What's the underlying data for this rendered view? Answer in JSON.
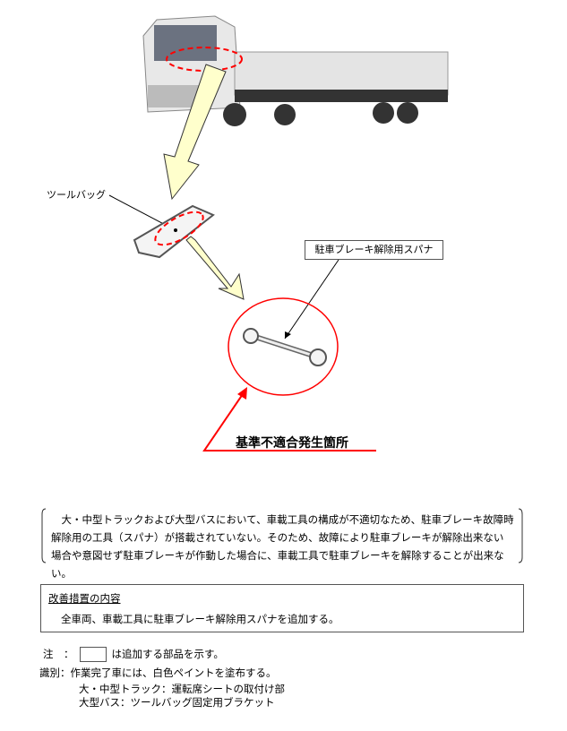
{
  "labels": {
    "tool_bag": "ツールバッグ",
    "spanner": "駐車ブレーキ解除用スパナ",
    "defect_location": "基準不適合発生箇所"
  },
  "description": [
    "　大・中型トラックおよび大型バスにおいて、車載工具の構成が不適切なため、駐車ブレーキ故障時",
    "解除用の工具（スパナ）が搭載されていない。そのため、故障により駐車ブレーキが解除出来ない",
    "場合や意図せず駐車ブレーキが作動した場合に、車載工具で駐車ブレーキを解除することが出来ない。"
  ],
  "measure": {
    "title": "改善措置の内容",
    "content": "全車両、車載工具に駐車ブレーキ解除用スパナを追加する。"
  },
  "notes": {
    "note_label": "注　：",
    "note_text": "は追加する部品を示す。",
    "id_label": "識別：",
    "id_text": "作業完了車には、白色ペイントを塗布する。",
    "truck": "大・中型トラック：運転席シートの取付け部",
    "bus": "大型バス：ツールバッグ固定用ブラケット"
  },
  "colors": {
    "highlight": "#ff0000",
    "arrow_fill": "#ffffcc"
  }
}
